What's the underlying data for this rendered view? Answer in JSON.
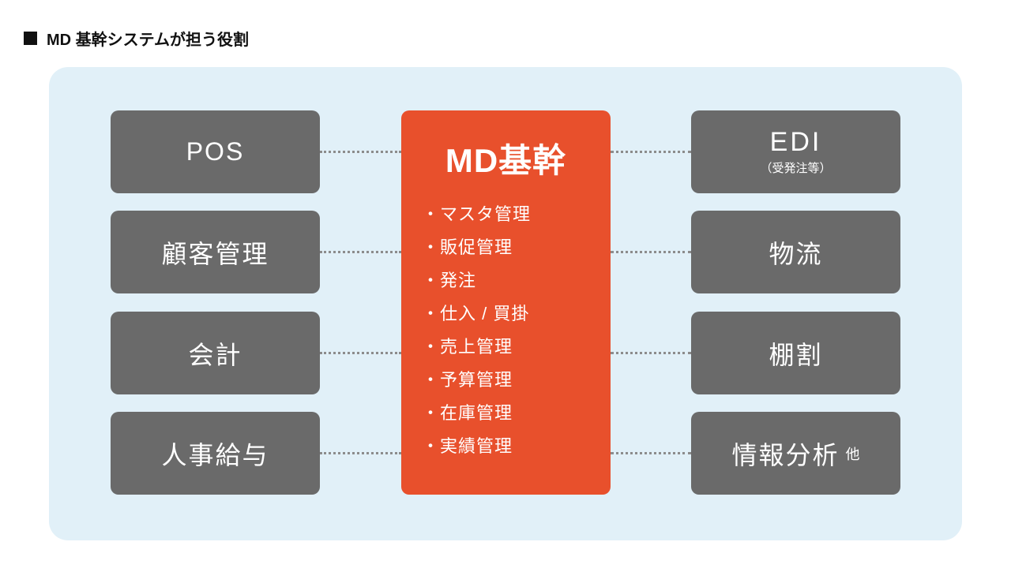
{
  "page": {
    "title": "MD 基幹システムが担う役割"
  },
  "diagram": {
    "left_nodes": [
      {
        "label": "POS"
      },
      {
        "label": "顧客管理"
      },
      {
        "label": "会計"
      },
      {
        "label": "人事給与"
      }
    ],
    "center": {
      "title": "MD基幹",
      "items": [
        "・マスタ管理",
        "・販促管理",
        "・発注",
        "・仕入 / 買掛",
        "・売上管理",
        "・予算管理",
        "・在庫管理",
        "・実績管理"
      ]
    },
    "right_nodes": [
      {
        "label": "EDI",
        "sub": "（受発注等）"
      },
      {
        "label": "物流"
      },
      {
        "label": "棚割"
      },
      {
        "label": "情報分析",
        "suffix": "他"
      }
    ],
    "colors": {
      "panel_background": "#e1f0f8",
      "node_gray": "#6a6a6a",
      "center_orange": "#e8502c",
      "connector_gray": "#8c8c8c"
    }
  }
}
